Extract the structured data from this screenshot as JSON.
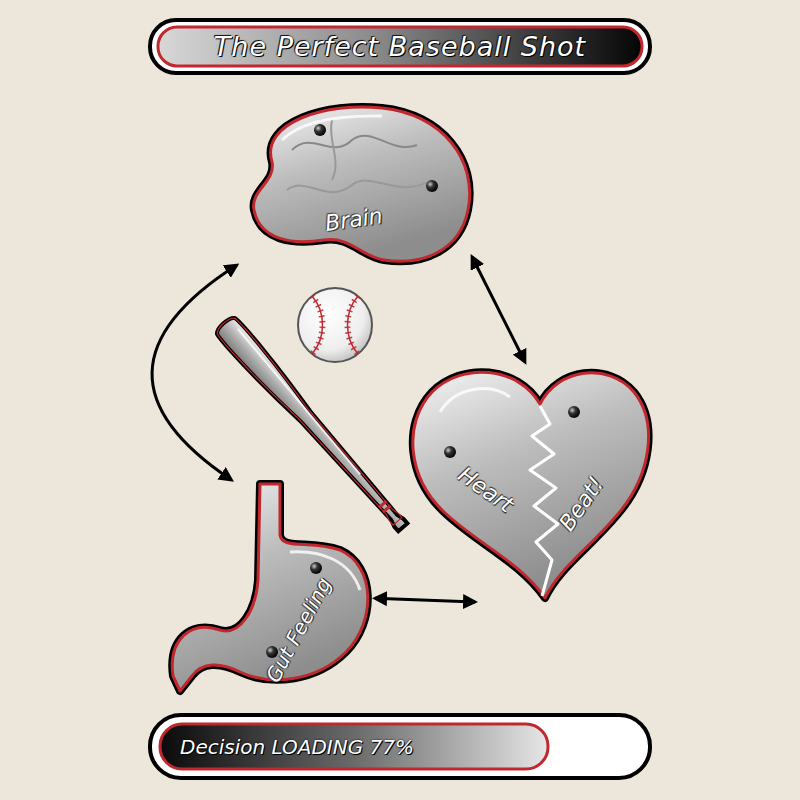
{
  "diagram": {
    "title": "The Perfect Baseball Shot",
    "nodes": [
      {
        "text": [
          "Brain"
        ]
      },
      {
        "text": [
          "Heart",
          "Beat!"
        ]
      },
      {
        "text": [
          "Gut Feeling"
        ]
      }
    ],
    "edges": [
      {
        "from": 0,
        "to": 1,
        "arrow": "both"
      },
      {
        "from": 1,
        "to": 2,
        "arrow": "both"
      },
      {
        "from": 2,
        "to": 0,
        "arrow": "both"
      }
    ],
    "labels": [
      "Decision LOADING 77%"
    ]
  }
}
